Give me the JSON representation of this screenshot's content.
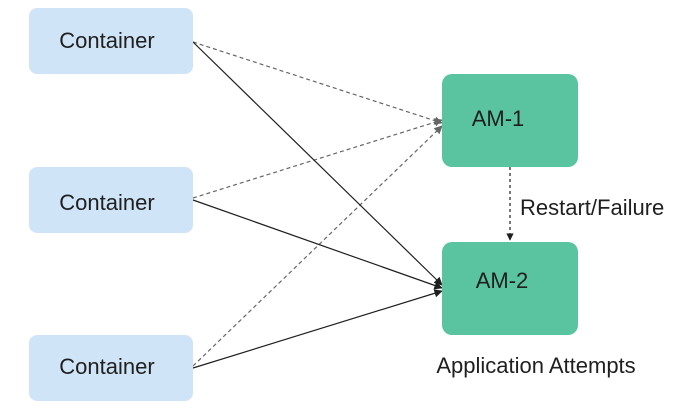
{
  "containers": [
    {
      "label": "Container"
    },
    {
      "label": "Container"
    },
    {
      "label": "Container"
    }
  ],
  "attempts": [
    {
      "label": "AM-1"
    },
    {
      "label": "AM-2"
    }
  ],
  "transition_label": "Restart/Failure",
  "caption": "Application Attempts",
  "colors": {
    "container_fill": "#cfe4f7",
    "attempt_fill": "#5ac4a1",
    "solid_edge": "#1f1f1f",
    "dashed_edge": "#666666",
    "text": "#1f1f1f"
  }
}
